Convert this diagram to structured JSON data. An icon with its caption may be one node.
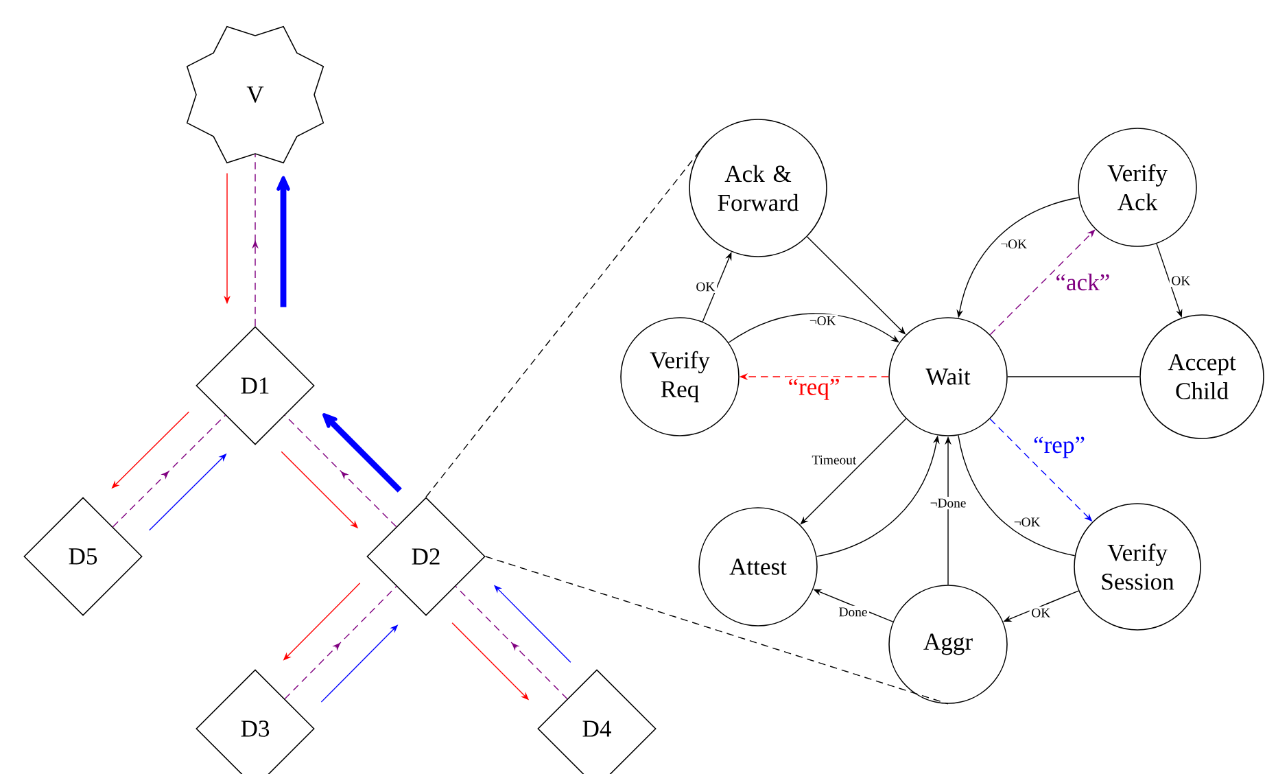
{
  "diagram": {
    "nodes": [
      {
        "text": [
          "V"
        ]
      },
      {
        "text": [
          "D1"
        ]
      },
      {
        "text": [
          "D5"
        ]
      },
      {
        "text": [
          "D2"
        ]
      },
      {
        "text": [
          "D3"
        ]
      },
      {
        "text": [
          "D4"
        ]
      },
      {
        "text": [
          "Ack & Forward"
        ]
      },
      {
        "text": [
          "Verify Ack"
        ]
      },
      {
        "text": [
          "Verify Req"
        ]
      },
      {
        "text": [
          "Wait"
        ]
      },
      {
        "text": [
          "Accept Child"
        ]
      },
      {
        "text": [
          "Attest"
        ]
      },
      {
        "text": [
          "Verify Session"
        ]
      },
      {
        "text": [
          "Aggr"
        ]
      }
    ],
    "edges": [
      {
        "from": 0,
        "to": 1,
        "arrow": "to",
        "color": "#ff0000"
      },
      {
        "from": 1,
        "to": 0,
        "arrow": "to",
        "style": "dashed",
        "color": "#800080"
      },
      {
        "from": 1,
        "to": 0,
        "arrow": "to",
        "style": "thick",
        "color": "#0000ff"
      },
      {
        "from": 1,
        "to": 2,
        "arrow": "to",
        "color": "#ff0000"
      },
      {
        "from": 2,
        "to": 1,
        "arrow": "to",
        "style": "dashed",
        "color": "#800080"
      },
      {
        "from": 2,
        "to": 1,
        "arrow": "to",
        "color": "#0000ff"
      },
      {
        "from": 1,
        "to": 3,
        "arrow": "to",
        "color": "#ff0000"
      },
      {
        "from": 3,
        "to": 1,
        "arrow": "to",
        "style": "dashed",
        "color": "#800080"
      },
      {
        "from": 3,
        "to": 1,
        "arrow": "to",
        "style": "thick",
        "color": "#0000ff"
      },
      {
        "from": 3,
        "to": 4,
        "arrow": "to",
        "color": "#ff0000"
      },
      {
        "from": 4,
        "to": 3,
        "arrow": "to",
        "style": "dashed",
        "color": "#800080"
      },
      {
        "from": 4,
        "to": 3,
        "arrow": "to",
        "color": "#0000ff"
      },
      {
        "from": 3,
        "to": 5,
        "arrow": "to",
        "color": "#ff0000"
      },
      {
        "from": 5,
        "to": 3,
        "arrow": "to",
        "style": "dashed",
        "color": "#800080"
      },
      {
        "from": 5,
        "to": 3,
        "arrow": "to",
        "color": "#0000ff"
      },
      {
        "from": 3,
        "to": 6,
        "arrow": "none",
        "style": "dashed"
      },
      {
        "from": 3,
        "to": 13,
        "arrow": "none",
        "style": "dashed"
      },
      {
        "from": 8,
        "to": 6,
        "arrow": "to",
        "label": "OK"
      },
      {
        "from": 6,
        "to": 9,
        "arrow": "to"
      },
      {
        "from": 8,
        "to": 9,
        "arrow": "to",
        "label": "¬OK"
      },
      {
        "from": 9,
        "to": 8,
        "arrow": "to",
        "label": "“req”",
        "style": "dashed",
        "color": "#ff0000"
      },
      {
        "from": 7,
        "to": 9,
        "arrow": "to",
        "label": "¬OK"
      },
      {
        "from": 9,
        "to": 7,
        "arrow": "to",
        "label": "“ack”",
        "style": "dashed",
        "color": "#800080"
      },
      {
        "from": 7,
        "to": 10,
        "arrow": "to",
        "label": "OK"
      },
      {
        "from": 9,
        "to": 10,
        "arrow": "none"
      },
      {
        "from": 9,
        "to": 11,
        "arrow": "to",
        "label": "Timeout"
      },
      {
        "from": 11,
        "to": 9,
        "arrow": "to"
      },
      {
        "from": 13,
        "to": 9,
        "arrow": "to",
        "label": "¬Done"
      },
      {
        "from": 9,
        "to": 12,
        "arrow": "none",
        "label": "¬OK"
      },
      {
        "from": 9,
        "to": 12,
        "arrow": "to",
        "label": "“rep”",
        "style": "dashed",
        "color": "#0000ff"
      },
      {
        "from": 12,
        "to": 13,
        "arrow": "to",
        "label": "OK"
      },
      {
        "from": 13,
        "to": 11,
        "arrow": "to",
        "label": "Done"
      }
    ]
  }
}
